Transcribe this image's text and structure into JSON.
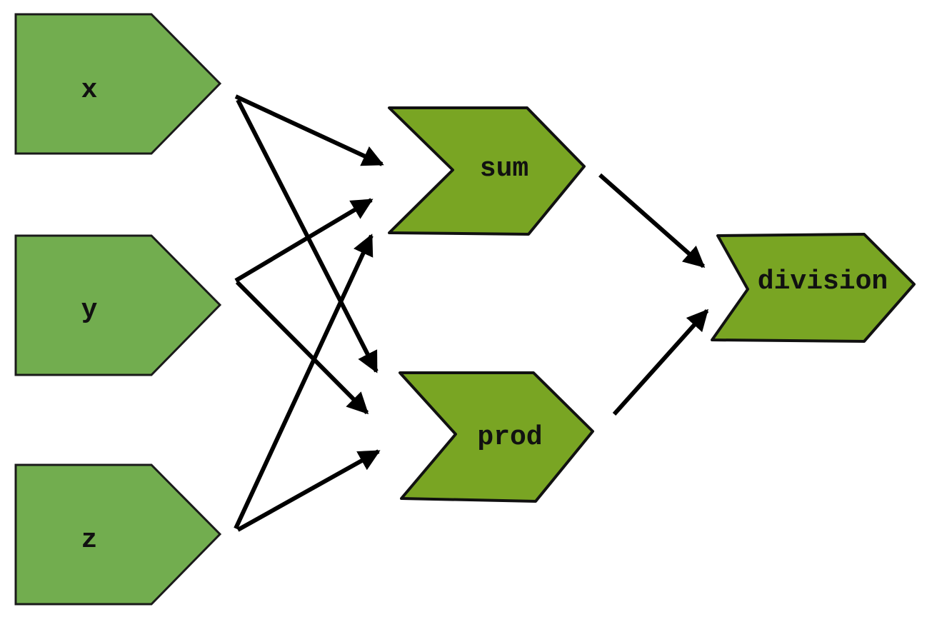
{
  "colors": {
    "input_fill": "#72ad4f",
    "operation_fill": "#79a523",
    "edge": "#000000",
    "label": "#111111"
  },
  "nodes": {
    "x": {
      "label": "x"
    },
    "y": {
      "label": "y"
    },
    "z": {
      "label": "z"
    },
    "sum": {
      "label": "sum"
    },
    "prod": {
      "label": "prod"
    },
    "division": {
      "label": "division"
    }
  },
  "edges": [
    {
      "from": "x",
      "to": "sum"
    },
    {
      "from": "x",
      "to": "prod"
    },
    {
      "from": "y",
      "to": "sum"
    },
    {
      "from": "y",
      "to": "prod"
    },
    {
      "from": "z",
      "to": "sum"
    },
    {
      "from": "z",
      "to": "prod"
    },
    {
      "from": "sum",
      "to": "division"
    },
    {
      "from": "prod",
      "to": "division"
    }
  ]
}
